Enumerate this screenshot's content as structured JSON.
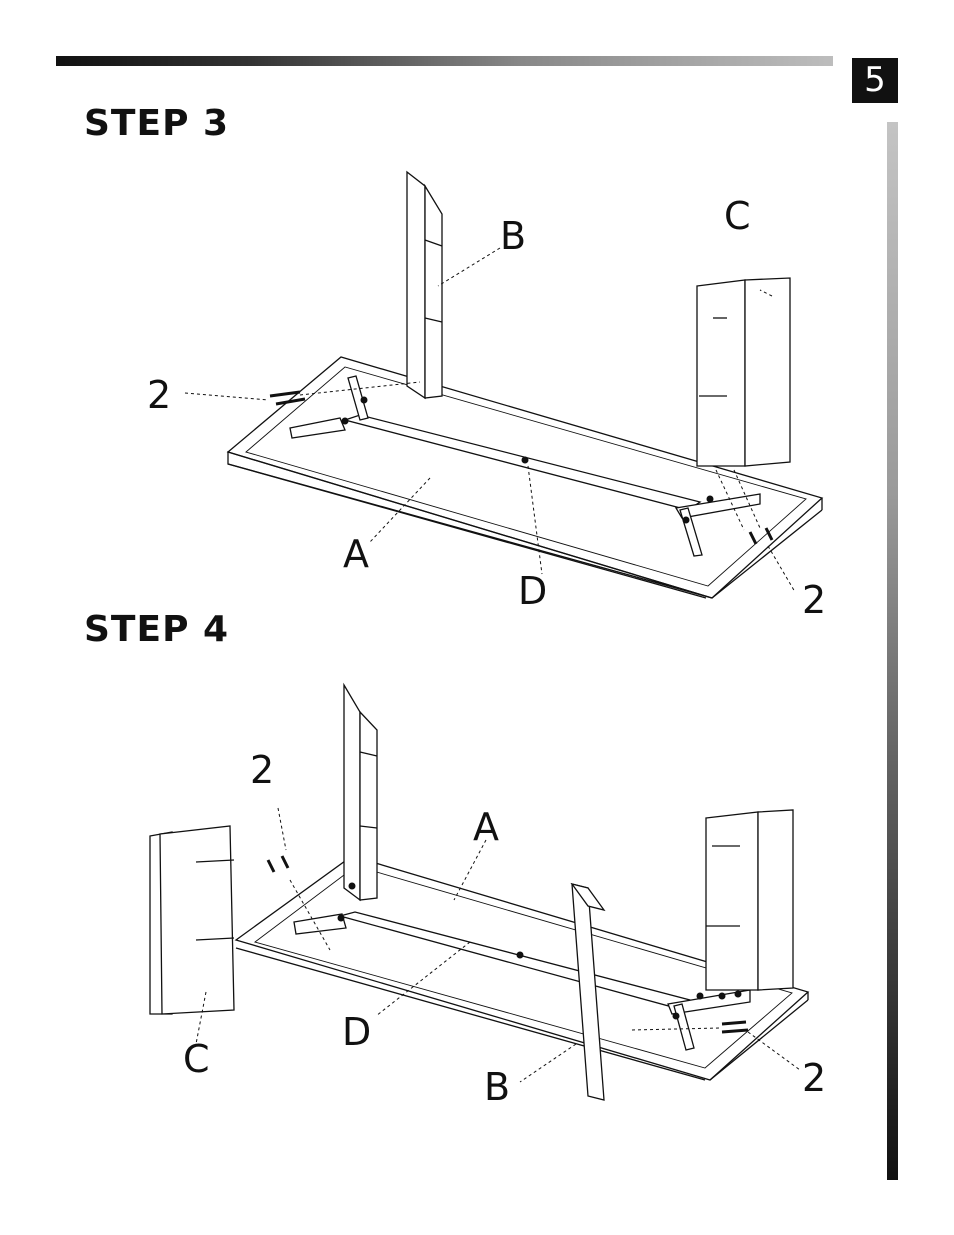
{
  "page_number": "5",
  "step3": {
    "title": "STEP 3",
    "labels": {
      "b": "B",
      "c": "C",
      "two_left": "2",
      "a": "A",
      "d": "D",
      "two_right": "2"
    }
  },
  "step4": {
    "title": "STEP 4",
    "labels": {
      "two_top": "2",
      "a": "A",
      "c": "C",
      "d": "D",
      "b": "B",
      "two_right": "2"
    }
  }
}
